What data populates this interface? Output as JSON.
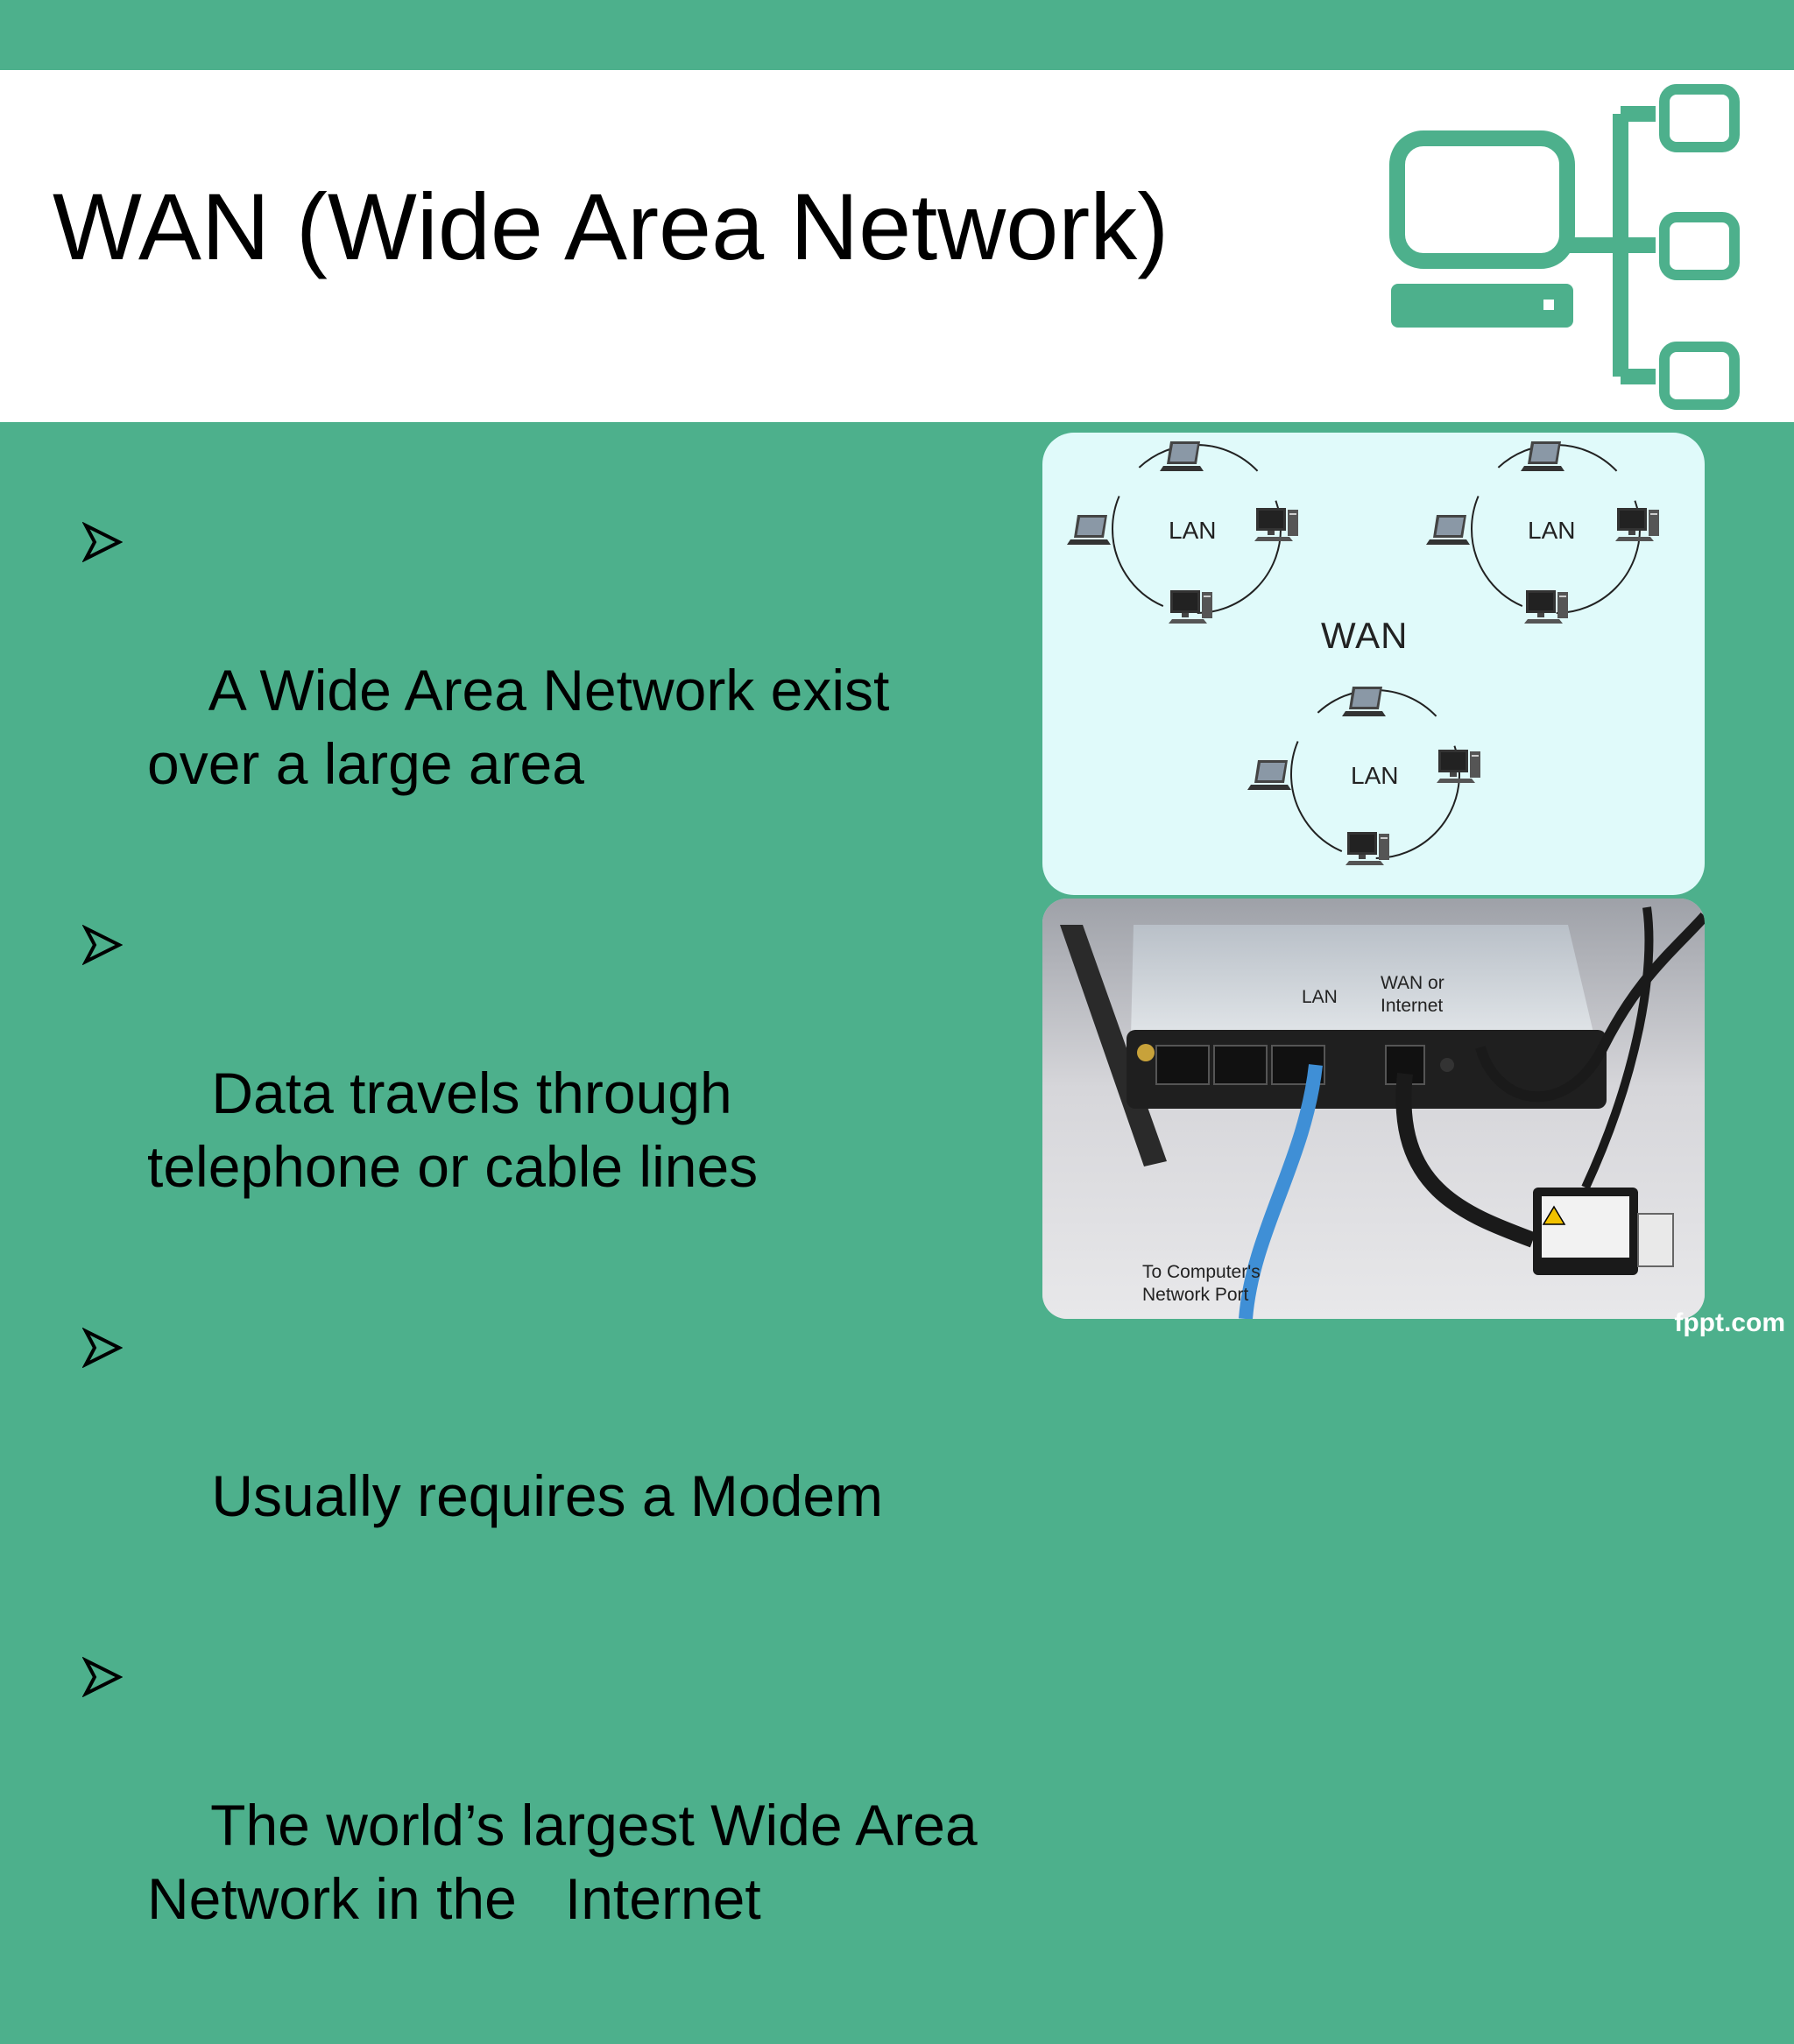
{
  "slide": {
    "title": "WAN (Wide Area Network)",
    "bullets": [
      "A Wide Area Network exist\nover a large area",
      "Data travels through\ntelephone or cable lines",
      "Usually requires a Modem",
      "The world’s largest Wide Area\nNetwork in the   Internet"
    ],
    "watermark": "fppt.com"
  },
  "diagram": {
    "lan_label": "LAN",
    "wan_label": "WAN"
  },
  "router_photo": {
    "lan_label": "LAN",
    "wan_label_line1": "WAN or",
    "wan_label_line2": "Internet",
    "port_label_line1": "To Computer's",
    "port_label_line2": "Network Port"
  },
  "colors": {
    "accent_green": "#4db08c",
    "header_white": "#ffffff",
    "diagram_bg": "#e0fafa"
  },
  "icons": {
    "logo": "network-computer-icon",
    "bullet": "arrow-bullet-icon"
  }
}
